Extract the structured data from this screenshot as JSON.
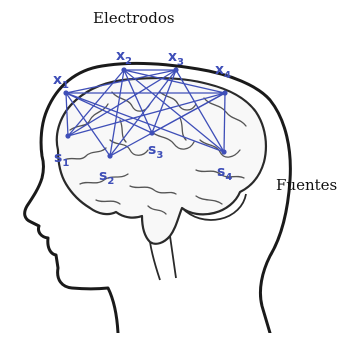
{
  "diagram": {
    "title": "Electrodos",
    "sources_label": "Fuentes",
    "link_color": "#3f4fb8",
    "outline_color": "#1a1a1a",
    "electrodes": [
      {
        "id": "x1",
        "label": "x",
        "sub": "1"
      },
      {
        "id": "x2",
        "label": "x",
        "sub": "2"
      },
      {
        "id": "x3",
        "label": "x",
        "sub": "3"
      },
      {
        "id": "x4",
        "label": "x",
        "sub": "4"
      }
    ],
    "sources": [
      {
        "id": "s1",
        "label": "s",
        "sub": "1"
      },
      {
        "id": "s2",
        "label": "s",
        "sub": "2"
      },
      {
        "id": "s3",
        "label": "s",
        "sub": "3"
      },
      {
        "id": "s4",
        "label": "s",
        "sub": "4"
      }
    ],
    "links": [
      [
        "x1",
        "s1"
      ],
      [
        "x1",
        "s2"
      ],
      [
        "x1",
        "s3"
      ],
      [
        "x1",
        "s4"
      ],
      [
        "x2",
        "s1"
      ],
      [
        "x2",
        "s2"
      ],
      [
        "x2",
        "s3"
      ],
      [
        "x2",
        "s4"
      ],
      [
        "x3",
        "s1"
      ],
      [
        "x3",
        "s2"
      ],
      [
        "x3",
        "s3"
      ],
      [
        "x3",
        "s4"
      ],
      [
        "x4",
        "s1"
      ],
      [
        "x4",
        "s2"
      ],
      [
        "x4",
        "s3"
      ],
      [
        "x4",
        "s4"
      ],
      [
        "x1",
        "x4"
      ],
      [
        "x2",
        "x3"
      ],
      [
        "x1",
        "x3"
      ],
      [
        "x2",
        "x4"
      ]
    ]
  }
}
